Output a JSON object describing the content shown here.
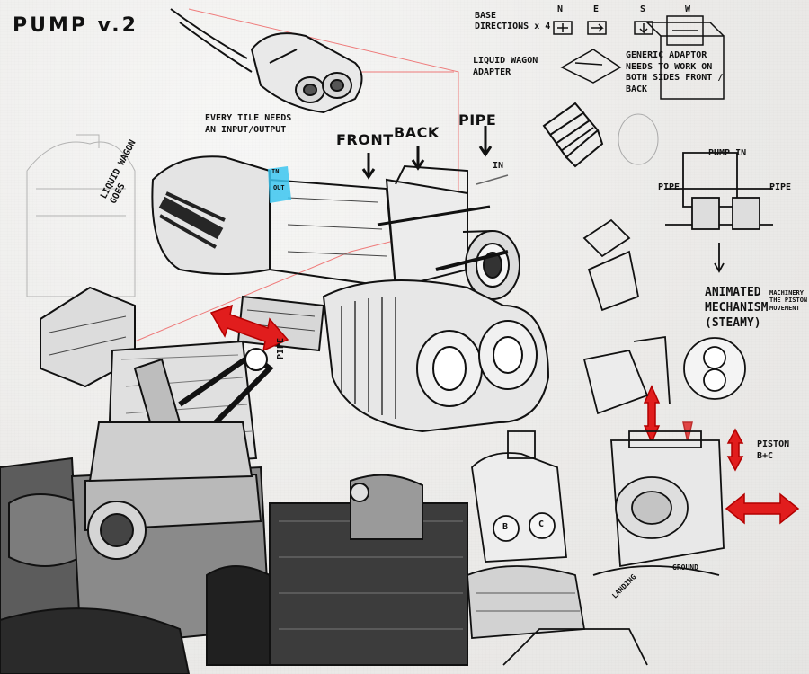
{
  "title": "PUMP v.2",
  "colors": {
    "ink": "#111111",
    "accent_red": "#e11d1d",
    "highlight_cyan": "#3cc6f0",
    "paper": "#f2f2f0",
    "shade": "#6b6b6b"
  },
  "notes": {
    "base_directions": "BASE DIRECTIONS x 4",
    "directions": [
      "N",
      "E",
      "S",
      "W"
    ],
    "liquid_wagon_adapter": "LIQUID WAGON ADAPTER",
    "generic_adapter": "GENERIC ADAPTOR NEEDS TO WORK ON BOTH SIDES FRONT / BACK",
    "every_tile": "EVERY TILE NEEDS AN INPUT/OUTPUT",
    "liquid_wagon_goes": "LIQUID WAGON GOES",
    "front": "FRONT",
    "back": "BACK",
    "pipe_top": "PIPE",
    "pipe_side": "PIPE",
    "in_tag": "IN",
    "out_tag": "OUT",
    "in_arrow": "IN",
    "pump_in": "PUMP IN",
    "pipe_left": "PIPE",
    "pipe_right": "PIPE",
    "animated_mechanism": "ANIMATED MECHANISM (STEAMY)",
    "machinery_note": "MACHINERY THE PISTON MOVEMENT",
    "piston": "PISTON B+C",
    "cylinder_b": "B",
    "cylinder_c": "C",
    "landing": "LANDING",
    "ground": "GROUND"
  }
}
